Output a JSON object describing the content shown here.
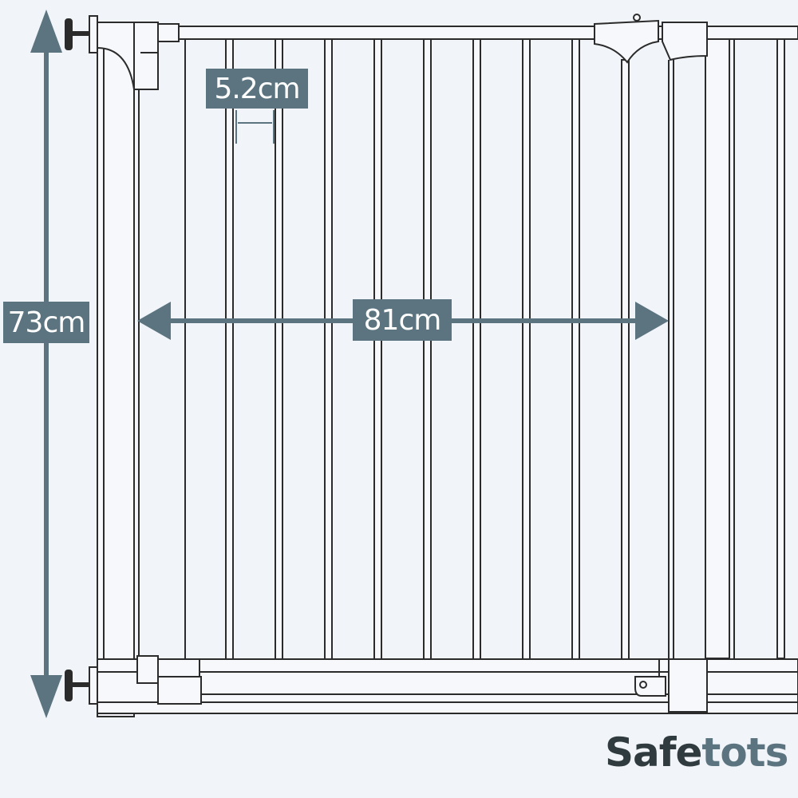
{
  "dimensions": {
    "height": "73cm",
    "width": "81cm",
    "bar_gap": "5.2cm"
  },
  "brand": {
    "part1": "Safe",
    "part2": "tots"
  },
  "colors": {
    "background": "#f1f4f8",
    "dimension": "#5b7480",
    "line": "#2b2b2b",
    "brand_dark": "#2f3b3f"
  },
  "icons": {
    "height_arrow": "double-arrow-vertical",
    "width_arrow": "double-arrow-horizontal",
    "pressure_spindle": "pressure-spindle",
    "latch": "gate-latch"
  }
}
